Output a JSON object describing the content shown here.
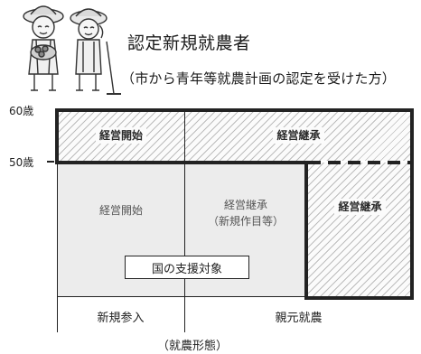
{
  "header": {
    "title": "認定新規就農者",
    "subtitle": "（市から青年等就農計画の認定を受けた方）"
  },
  "y_axis": {
    "tick_60": "60歳",
    "tick_50": "50歳"
  },
  "regions": {
    "top_left": "経営開始",
    "top_right": "経営継承",
    "right_box": "経営継承",
    "center_left": "経営開始",
    "center_mid_line1": "経営継承",
    "center_mid_line2": "（新規作目等）"
  },
  "support_label": "国の支援対象",
  "columns": {
    "left": "新規参入",
    "right": "親元就農"
  },
  "x_axis_caption": "（就農形態）",
  "illustration": {
    "icon": "farmer-couple-illustration"
  }
}
